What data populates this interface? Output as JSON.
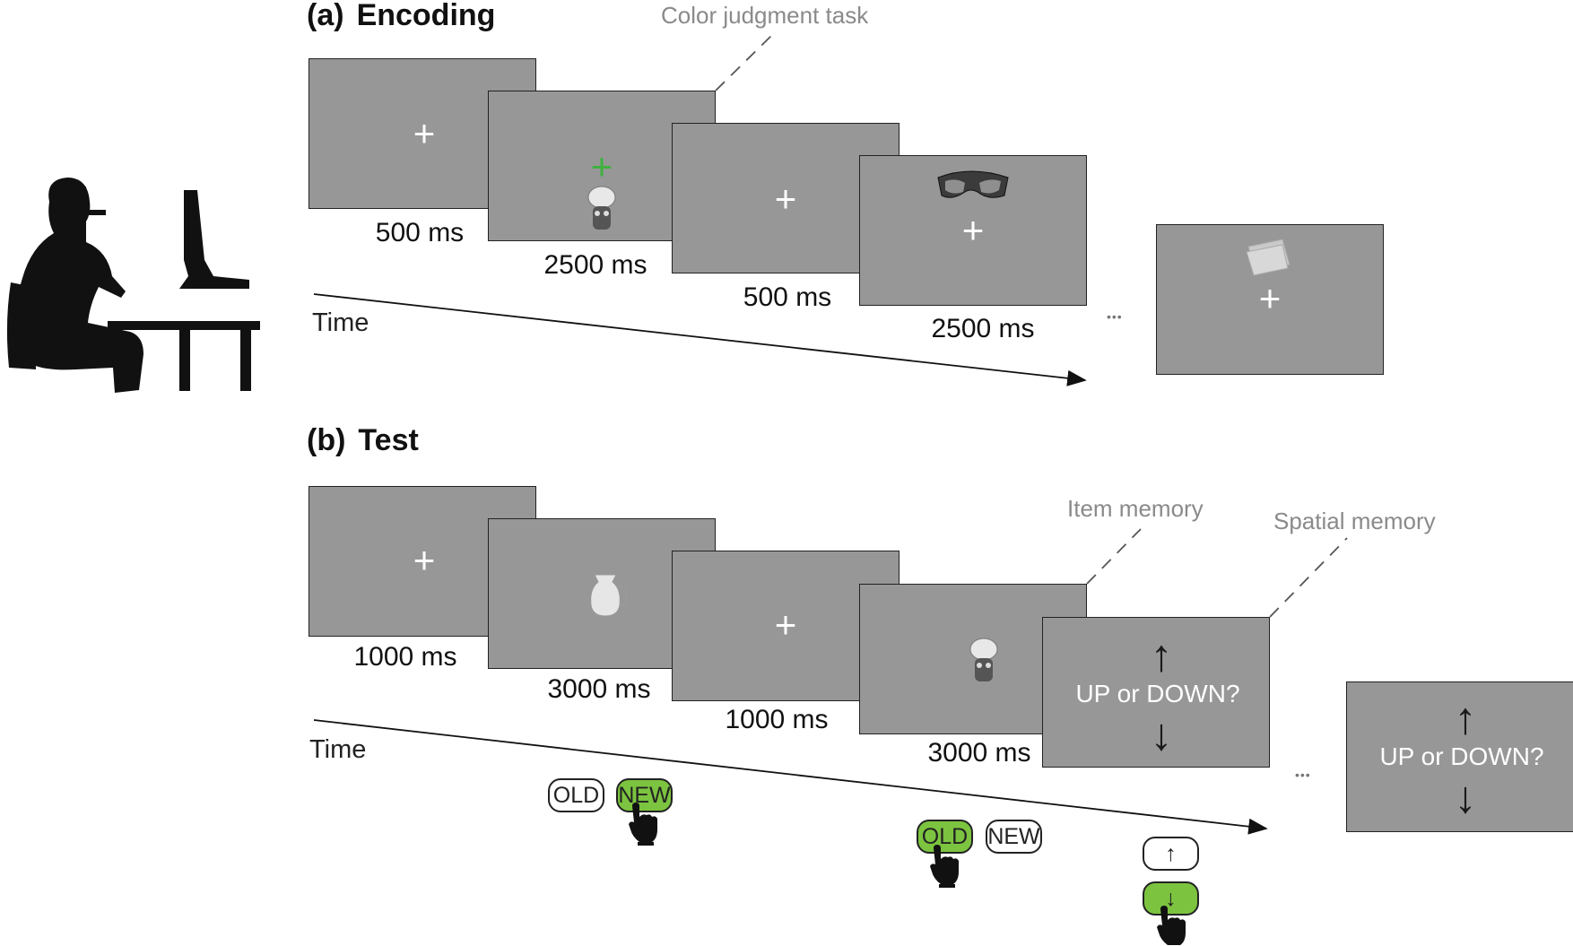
{
  "encoding": {
    "panel_label": "(a)",
    "title": "Encoding",
    "task_note": "Color judgment task",
    "time_label": "Time",
    "durations": [
      "500 ms",
      "2500 ms",
      "500 ms",
      "2500 ms"
    ],
    "fixation_symbol": "+",
    "continuation": "•••"
  },
  "test": {
    "panel_label": "(b)",
    "title": "Test",
    "item_note": "Item memory",
    "spatial_note": "Spatial memory",
    "time_label": "Time",
    "durations": [
      "1000 ms",
      "3000 ms",
      "1000 ms",
      "3000 ms"
    ],
    "prompt": "UP or DOWN?",
    "fixation_symbol": "+",
    "up_arrow": "↑",
    "down_arrow": "↓",
    "continuation": "•••",
    "keys": {
      "old": "OLD",
      "new": "NEW",
      "up": "↑",
      "down": "↓"
    }
  },
  "colors": {
    "screen_gray": "#979797",
    "fixation_green": "#3fb23f",
    "selected_key_green": "#7cc440"
  },
  "icons": [
    "participant-silhouette-icon",
    "monitor-silhouette-icon",
    "hand-pointer-icon",
    "object-image-icon"
  ]
}
